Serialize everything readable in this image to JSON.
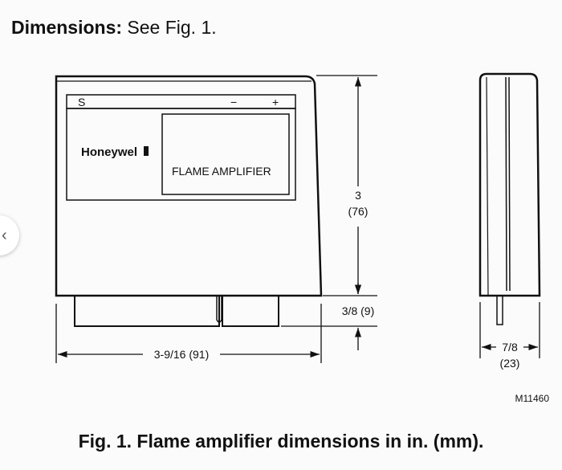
{
  "heading": {
    "bold_part": "Dimensions:",
    "rest": " See Fig. 1."
  },
  "front_view": {
    "terminal_s": "S",
    "terminal_minus": "−",
    "terminal_plus": "+",
    "brand": "Honeywel",
    "product_label": "FLAME AMPLIFIER"
  },
  "dimensions": {
    "height_in": "3",
    "height_mm": "(76)",
    "pins_in_mm": "3/8 (9)",
    "width": "3-9/16 (91)",
    "depth_in": "7/8",
    "depth_mm": "(23)"
  },
  "drawing_code": "M11460",
  "caption": "Fig. 1. Flame amplifier dimensions in in. (mm).",
  "colors": {
    "line": "#111111",
    "background": "#fbfbfb"
  }
}
